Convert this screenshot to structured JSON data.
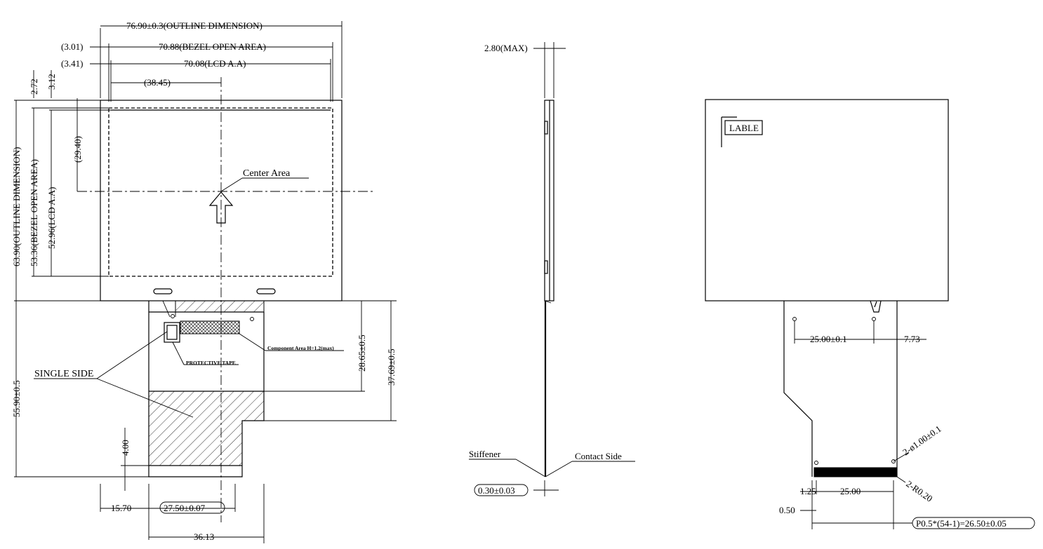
{
  "front_view": {
    "outline_width": "76.90±0.3(OUTLINE DIMENSION)",
    "bezel_left_offset": "(3.01)",
    "bezel_width": "70.88(BEZEL OPEN AREA)",
    "aa_left_offset": "(3.41)",
    "aa_width": "70.08(LCD A.A)",
    "center_x": "(38.45)",
    "top_offset_a": "2.72",
    "top_offset_b": "3.12",
    "outline_height": "63.90(OUTLINE DIMENSION)",
    "bezel_height": "53.36(BEZEL OPEN AREA)",
    "aa_height": "52.96(LCD A.A)",
    "center_y": "(29.40)",
    "center_label": "Center Area",
    "fpc_length": "55.90±0.5",
    "component_label": "Component Area H=1.2(max)",
    "protective_tape": "PROTECTIVE TAPE",
    "single_side": "SINGLE SIDE",
    "dim_28_65": "28.65±0.5",
    "dim_37_69": "37.69±0.5",
    "dim_4_00": "4.00",
    "dim_15_70": "15.70",
    "dim_27_50": "27.50±0.07",
    "dim_36_13": "36.13"
  },
  "side_view": {
    "max_thickness": "2.80(MAX)",
    "stiffener": "Stiffener",
    "contact_side": "Contact Side",
    "fpc_thickness": "0.30±0.03"
  },
  "back_view": {
    "label_box": "LABLE",
    "dim_25_00_01": "25.00±0.1",
    "dim_7_73": "7.73",
    "hole": "2-ø1.00±0.1",
    "radius": "2-R0.20",
    "dim_1_25": "1.25",
    "dim_25_00": "25.00",
    "dim_0_50": "0.50",
    "pitch": "P0.5*(54-1)=26.50±0.05"
  }
}
